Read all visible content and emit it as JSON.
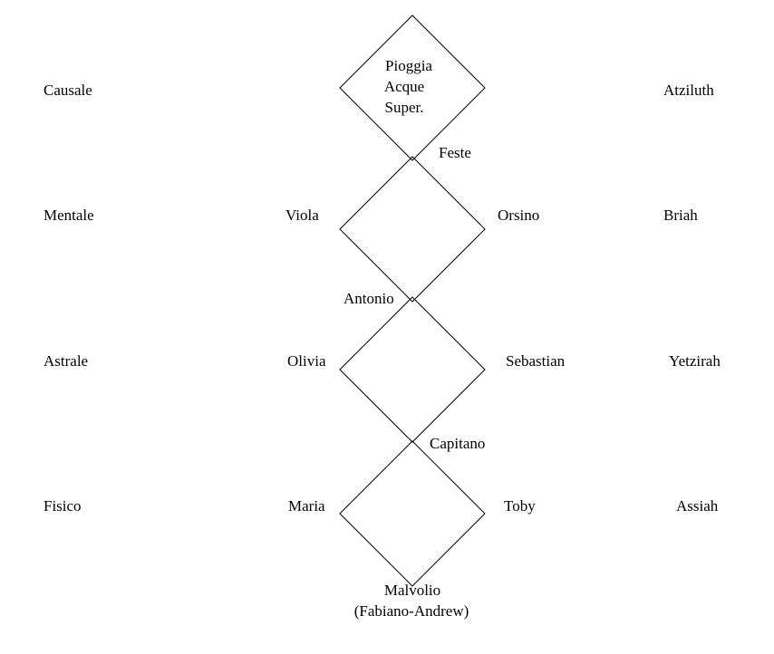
{
  "planes_left": {
    "causal": "Causale",
    "mental": "Mentale",
    "astral": "Astrale",
    "physical": "Fisico"
  },
  "worlds_right": {
    "atziluth": "Atziluth",
    "briah": "Briah",
    "yetzirah": "Yetzirah",
    "assiah": "Assiah"
  },
  "top_diamond": {
    "line1": "Pioggia",
    "line2": "Acque",
    "line3": "Super."
  },
  "characters": {
    "feste": "Feste",
    "viola": "Viola",
    "orsino": "Orsino",
    "antonio": "Antonio",
    "olivia": "Olivia",
    "sebastian": "Sebastian",
    "capitano": "Capitano",
    "maria": "Maria",
    "toby": "Toby",
    "malvolio": "Malvolio",
    "malvolio_sub": "(Fabiano-Andrew)"
  },
  "colors": {
    "line": "#000000",
    "background": "#ffffff"
  }
}
